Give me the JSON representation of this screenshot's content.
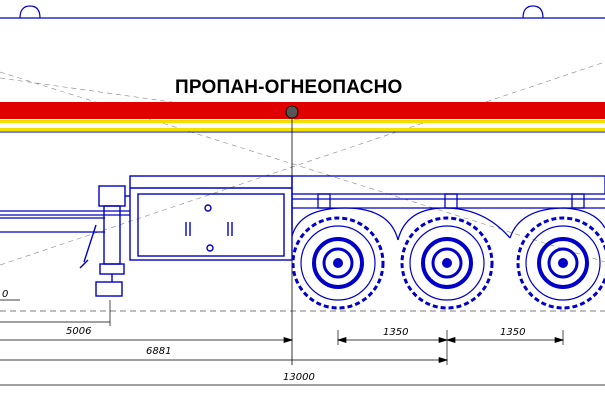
{
  "title": "ПРОПАН-ОГНЕОПАСНО",
  "colors": {
    "outline": "#0000c8",
    "stripe_red": "#e00000",
    "stripe_yellow": "#f2e100",
    "dimension": "#000000"
  },
  "dimensions": {
    "d_left_cut": "0",
    "d_5006": "5006",
    "d_6881": "6881",
    "d_1350_a": "1350",
    "d_1350_b": "1350",
    "d_13000": "13000"
  }
}
